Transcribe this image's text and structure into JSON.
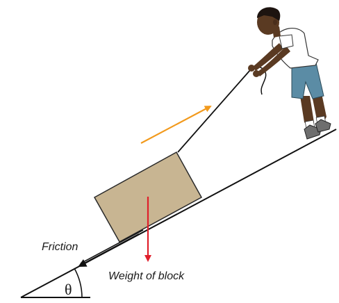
{
  "labels": {
    "friction": "Friction",
    "weight": "Weight of block",
    "angle": "θ"
  },
  "colors": {
    "block_fill": "#c8b592",
    "block_stroke": "#2a2a2a",
    "weight_arrow": "#e01f2b",
    "pull_arrow": "#f29a1d",
    "friction_arrow": "#111111",
    "skin": "#5a3a22",
    "hair": "#1d1410",
    "shirt": "#ffffff",
    "shorts": "#5b8ca5",
    "socks": "#ffffff",
    "shoes": "#6e6e6e",
    "incline": "#111111"
  },
  "icons": {
    "person": "boy-pulling-rope-icon",
    "block": "block-icon"
  }
}
